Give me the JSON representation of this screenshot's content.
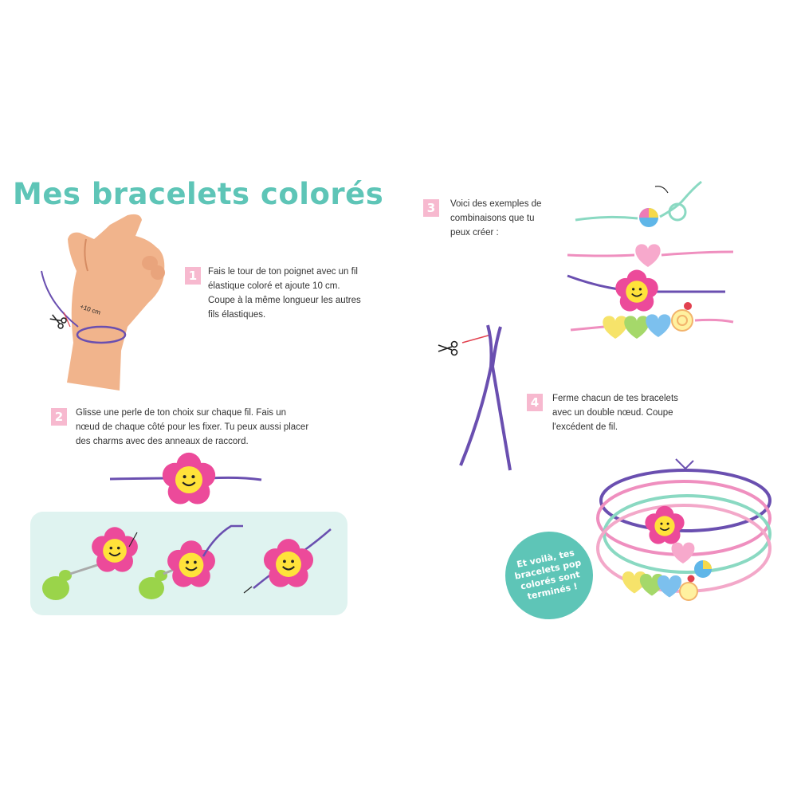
{
  "title": "Mes bracelets colorés",
  "steps": [
    {
      "num": "1",
      "text": "Fais le tour de ton poignet avec un fil élastique coloré et ajoute 10 cm. Coupe à la même longueur les autres fils élastiques."
    },
    {
      "num": "2",
      "text": "Glisse une perle de ton choix sur chaque fil. Fais un nœud de chaque côté pour les fixer. Tu peux aussi placer des charms avec des anneaux de raccord."
    },
    {
      "num": "3",
      "text": "Voici des exemples de combinaisons que tu peux créer :"
    },
    {
      "num": "4",
      "text": "Ferme chacun de tes bracelets avec un double nœud. Coupe l'excédent de fil."
    }
  ],
  "measure_label": "+10 cm",
  "badge_text": "Et voilà, tes bracelets pop colorés sont terminés !",
  "colors": {
    "title": "#5ec5b7",
    "step_badge": "#f7b9cf",
    "panel": "#dff3f0",
    "cord_purple": "#6a4fb0",
    "cord_pink": "#ef8fbf",
    "cord_mint": "#8ad9c2",
    "flower": "#ec4a9a",
    "smiley": "#ffe23a"
  },
  "icons": [
    "scissors-icon",
    "scissors-icon",
    "arrow-icon"
  ]
}
